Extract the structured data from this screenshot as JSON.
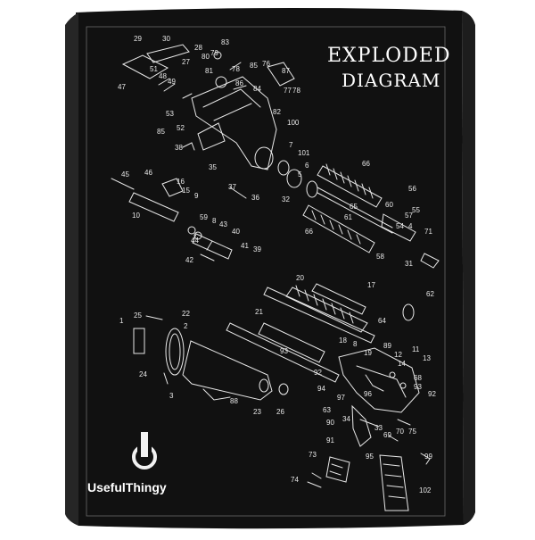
{
  "title": {
    "line1": "EXPLODED",
    "line2": "DIAGRAM"
  },
  "brand": {
    "name": "UsefulThingy",
    "logo_icon": "u-letter-logo-icon"
  },
  "colors": {
    "background": "#ffffff",
    "mat": "#111111",
    "ink": "#f2f2f2",
    "edge": "#2a2a2a"
  },
  "part_numbers": [
    "29",
    "30",
    "28",
    "83",
    "80",
    "79",
    "27",
    "51",
    "47",
    "48",
    "49",
    "81",
    "78",
    "86",
    "85",
    "76",
    "87",
    "84",
    "77",
    "82",
    "78",
    "53",
    "100",
    "52",
    "85",
    "38",
    "35",
    "7",
    "101",
    "66",
    "37",
    "36",
    "6",
    "5",
    "32",
    "45",
    "46",
    "16",
    "15",
    "9",
    "10",
    "59",
    "8",
    "43",
    "40",
    "44",
    "41",
    "39",
    "42",
    "56",
    "60",
    "55",
    "65",
    "57",
    "61",
    "54",
    "4",
    "71",
    "66",
    "58",
    "31",
    "20",
    "17",
    "62",
    "64",
    "1",
    "25",
    "22",
    "21",
    "2",
    "3",
    "93",
    "92",
    "24",
    "89",
    "11",
    "88",
    "23",
    "26",
    "18",
    "19",
    "12",
    "13",
    "14",
    "68",
    "93",
    "94",
    "92",
    "97",
    "63",
    "96",
    "34",
    "90",
    "33",
    "70",
    "75",
    "91",
    "69",
    "99",
    "95",
    "73",
    "74",
    "102"
  ]
}
